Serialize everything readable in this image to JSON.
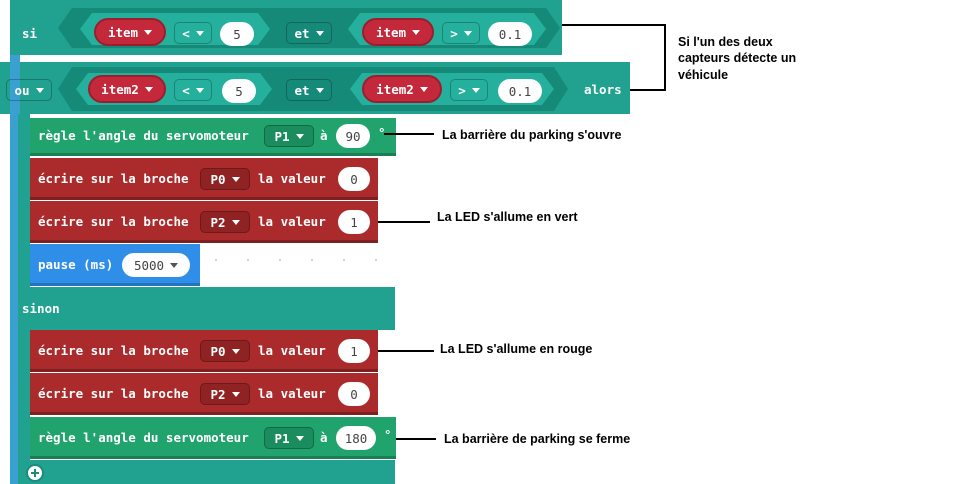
{
  "colors": {
    "control": "#21a18f",
    "variable": "#c4283b",
    "pin_write": "#ab2a2b",
    "servo": "#21a36d",
    "pause": "#2f8ee7"
  },
  "row_si": {
    "keyword": "si",
    "left_var": "item",
    "left_op": "<",
    "left_value": "5",
    "joiner": "et",
    "right_var": "item",
    "right_op": ">",
    "right_value": "0.1"
  },
  "row_ou": {
    "keyword": "ou",
    "left_var": "item2",
    "left_op": "<",
    "left_value": "5",
    "joiner": "et",
    "right_var": "item2",
    "right_op": ">",
    "right_value": "0.1",
    "then": "alors"
  },
  "then_blocks": {
    "servo": {
      "label": "règle l'angle du servomoteur",
      "pin": "P1",
      "to": "à",
      "value": "90",
      "unit": "°"
    },
    "write1": {
      "label": "écrire sur la broche",
      "pin": "P0",
      "value_label": "la valeur",
      "value": "0"
    },
    "write2": {
      "label": "écrire sur la broche",
      "pin": "P2",
      "value_label": "la valeur",
      "value": "1"
    },
    "pause": {
      "label": "pause (ms)",
      "value": "5000"
    }
  },
  "else_label": "sinon",
  "else_blocks": {
    "write1": {
      "label": "écrire sur la broche",
      "pin": "P0",
      "value_label": "la valeur",
      "value": "1"
    },
    "write2": {
      "label": "écrire sur la broche",
      "pin": "P2",
      "value_label": "la valeur",
      "value": "0"
    },
    "servo": {
      "label": "règle l'angle du servomoteur",
      "pin": "P1",
      "to": "à",
      "value": "180",
      "unit": "°"
    }
  },
  "annotations": {
    "sensors": "Si l'un des deux capteurs détecte un véhicule",
    "barrier_open": "La barrière du parking s'ouvre",
    "led_green": "La LED s'allume en vert",
    "led_red": "La LED s'allume en rouge",
    "barrier_close": "La barrière de parking se ferme"
  }
}
